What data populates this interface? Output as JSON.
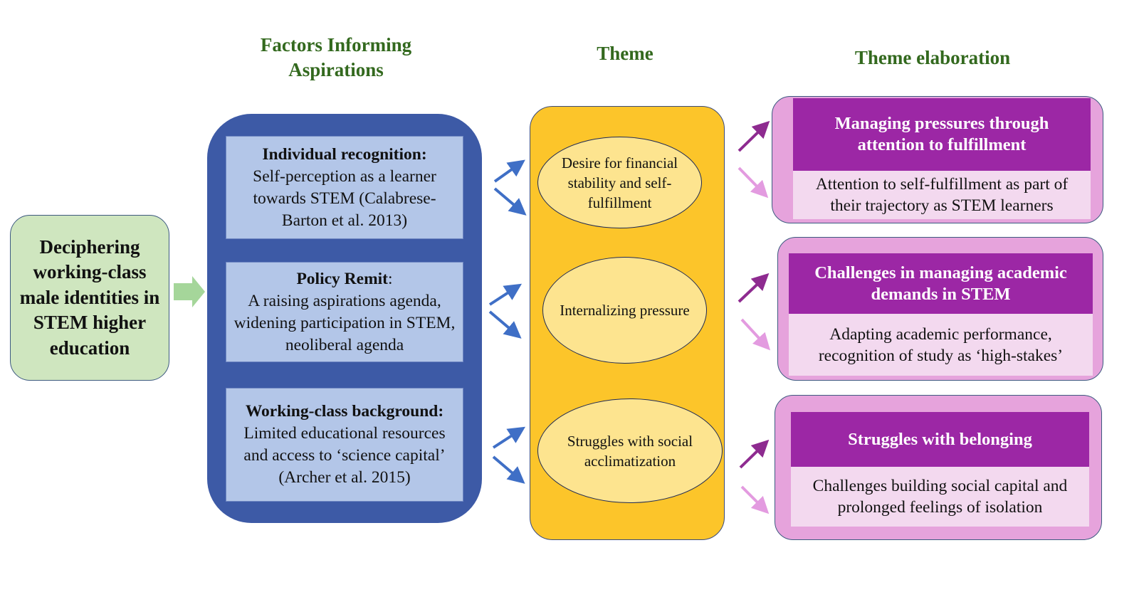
{
  "headings": {
    "factors": "Factors Informing Aspirations",
    "theme": "Theme",
    "elaboration": "Theme elaboration"
  },
  "source": {
    "text": "Deciphering working-class male identities in STEM higher education"
  },
  "factors": [
    {
      "title": "Individual recognition:",
      "text": "Self-perception as a learner towards STEM (Calabrese-Barton et al. 2013)"
    },
    {
      "title": "Policy Remit",
      "title_suffix": ":",
      "text": "A raising aspirations agenda, widening participation in STEM, neoliberal agenda"
    },
    {
      "title": "Working-class background:",
      "text": "Limited educational resources and access to ‘science capital’ (Archer et al. 2015)"
    }
  ],
  "themes": [
    "Desire for financial stability and self-fulfillment",
    "Internalizing pressure",
    "Struggles with social acclimatization"
  ],
  "elaborations": [
    {
      "title": "Managing pressures through attention to fulfillment",
      "text": "Attention to self-fulfillment as part of their trajectory as STEM learners"
    },
    {
      "title": "Challenges in managing academic demands in STEM",
      "text": "Adapting academic performance, recognition of study as ‘high-stakes’"
    },
    {
      "title": "Struggles with belonging",
      "text": "Challenges building social capital and prolonged feelings of isolation"
    }
  ],
  "colors": {
    "heading": "#33691e",
    "source_fill": "#cfe6bf",
    "input_arrow": "#a5d69a",
    "factors_panel": "#3d5aa6",
    "factor_box": "#b3c6e8",
    "theme_panel": "#fcc52a",
    "theme_oval": "#fde48f",
    "elab_panel": "#e6a3dc",
    "elab_header": "#9c27a5",
    "elab_body": "#f3d9ef",
    "blue_arrow": "#3f6fc6",
    "purple_arrow": "#8e2b90",
    "pink_arrow": "#e39be0"
  }
}
